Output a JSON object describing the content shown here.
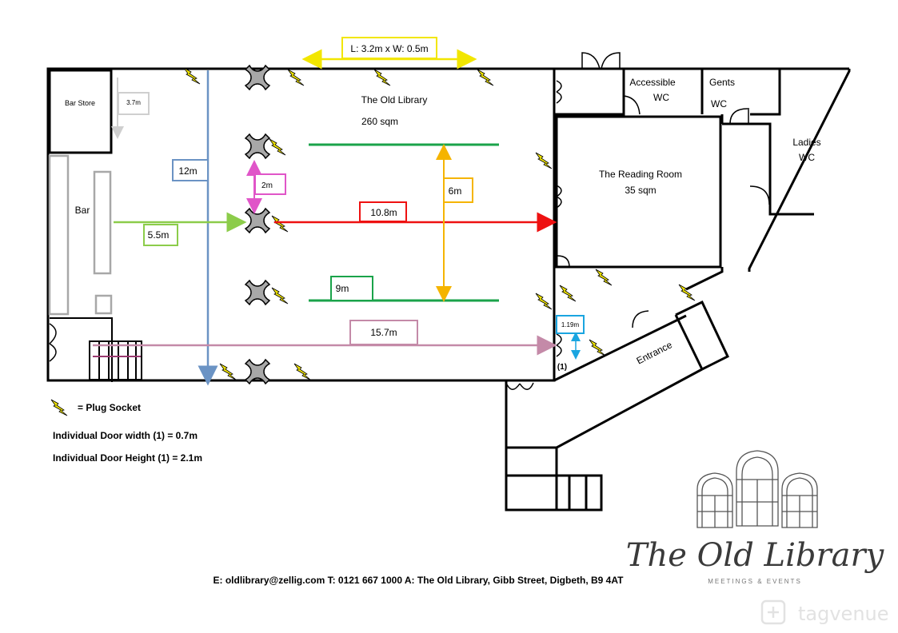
{
  "colors": {
    "wall": "#000000",
    "blue": "#6b93c4",
    "pink": "#e055c8",
    "red": "#ee1111",
    "green": "#1aa34a",
    "orange": "#f5b400",
    "lime": "#8ccc4a",
    "mauve": "#c48aa8",
    "cyan": "#1aa5e0",
    "yellow": "#f2e600",
    "grey": "#a8a8a8",
    "lightgrey": "#cfcfcf",
    "plug": "#f2e600"
  },
  "rooms": {
    "bar_store": "Bar Store",
    "bar": "Bar",
    "old_library": "The Old Library",
    "old_library_area": "260 sqm",
    "reading_room": "The Reading Room",
    "reading_room_area": "35 sqm",
    "accessible": "Accessible",
    "accessible_wc": "WC",
    "gents": "Gents",
    "gents_wc": "WC",
    "ladies": "Ladies",
    "ladies_wc": "WC",
    "entrance": "Entrance"
  },
  "dimensions": {
    "table": "L: 3.2m x W: 0.5m",
    "bar_store": "3.7m",
    "height": "12m",
    "bar_width": "5.5m",
    "pillar_gap": "2m",
    "length_main": "10.8m",
    "width_inner": "6m",
    "row_length": "9m",
    "length_total": "15.7m",
    "door_height": "1.19m",
    "door_marker": "(1)"
  },
  "legend": {
    "plug_label": "= Plug Socket",
    "door_width": "Individual Door width (1) = 0.7m",
    "door_height": "Individual Door Height (1) = 2.1m"
  },
  "footer": {
    "contact": "E: oldlibrary@zellig.com  T: 0121 667 1000  A: The Old Library, Gibb Street, Digbeth, B9 4AT"
  },
  "brand": {
    "name": "The Old Library",
    "tagline": "MEETINGS & EVENTS"
  },
  "watermark": {
    "text": "tagvenue"
  }
}
